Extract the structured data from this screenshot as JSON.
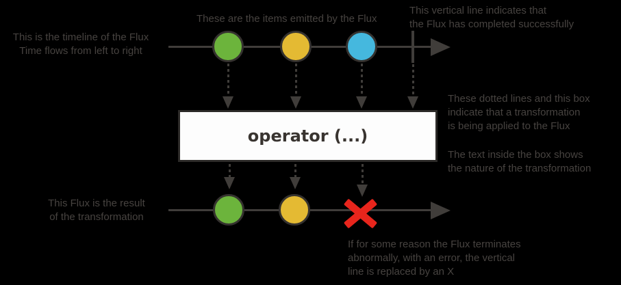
{
  "colors": {
    "background": "#000000",
    "line": "#403d3a",
    "text": "#474340",
    "marble_border": "#35322f",
    "marble_green": "#6cb43c",
    "marble_yellow": "#e4ba33",
    "marble_blue": "#45b8de",
    "error_red": "#e8251c",
    "box_bg": "#fdfdfd",
    "box_border": "#2c2a28",
    "box_text": "#393430"
  },
  "operator": {
    "label": "operator (...)"
  },
  "annotations": {
    "timeline_intro": "This is the timeline of the Flux\nTime flows from left to right",
    "items_emitted": "These are the items emitted by the Flux",
    "completion": "This vertical line indicates that\nthe Flux has completed successfully",
    "transformation": "These dotted lines and this box\nindicate that a transformation\nis being applied to the Flux",
    "box_text_note": "The text inside the box shows\nthe nature of the transformation",
    "result": "This Flux is the result\nof the transformation",
    "error": "If for some reason the Flux terminates\nabnormally, with an error, the vertical\nline is replaced by an X"
  }
}
